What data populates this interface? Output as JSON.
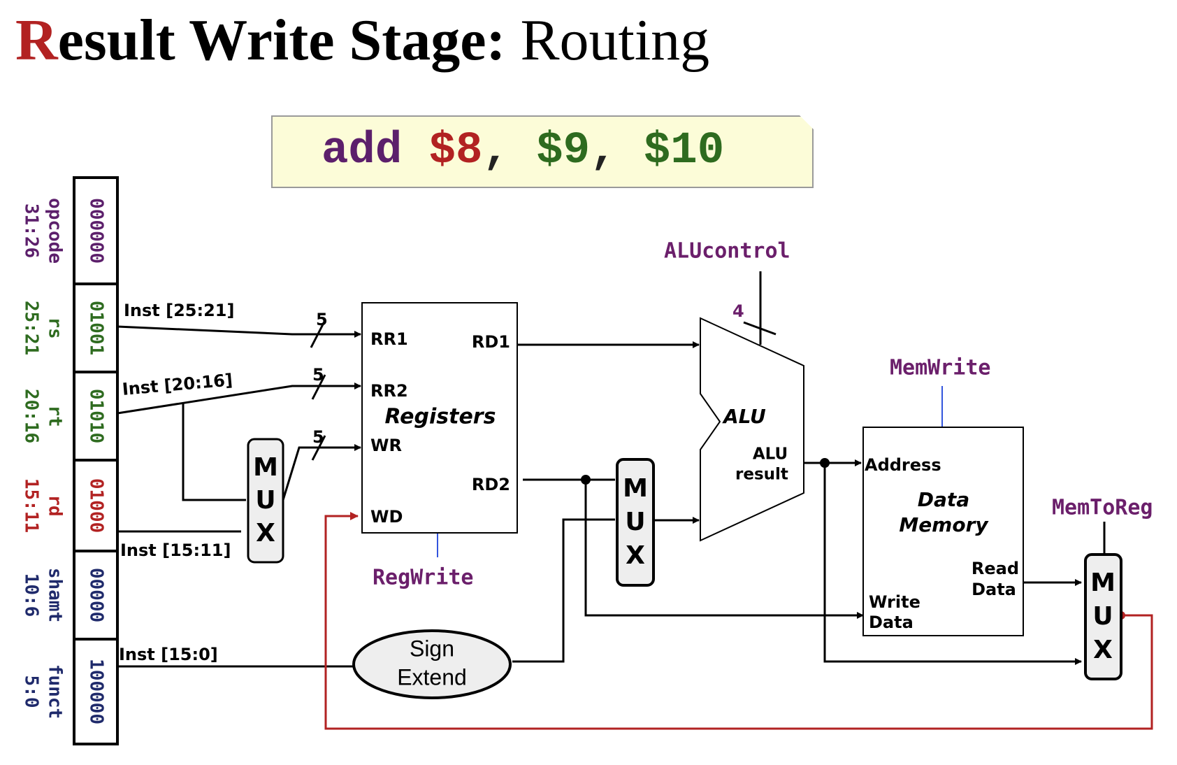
{
  "title": {
    "first_letter": "R",
    "bold_rest": "esult Write Stage:",
    "normal_part": "Routing"
  },
  "instruction": {
    "op": "add",
    "dest": "$8",
    "sep1": ", ",
    "src1": "$9",
    "sep2": ", ",
    "src2": "$10"
  },
  "fields": [
    {
      "name": "opcode",
      "bits": "31:26",
      "value": "000000",
      "color": "#5c1f6b"
    },
    {
      "name": "rs",
      "bits": "25:21",
      "value": "01001",
      "color": "#2e6b1f"
    },
    {
      "name": "rt",
      "bits": "20:16",
      "value": "01010",
      "color": "#2e6b1f"
    },
    {
      "name": "rd",
      "bits": "15:11",
      "value": "01000",
      "color": "#b22222"
    },
    {
      "name": "shamt",
      "bits": "10:6",
      "value": "00000",
      "color": "#1f2a6b"
    },
    {
      "name": "funct",
      "bits": "5:0",
      "value": "100000",
      "color": "#1f2a6b"
    }
  ],
  "wire_labels": {
    "inst_25_21": "Inst [25:21]",
    "inst_20_16": "Inst [20:16]",
    "inst_15_11": "Inst [15:11]",
    "inst_15_0": "Inst [15:0]",
    "width_rr1": "5",
    "width_rr2": "5",
    "width_wr": "5",
    "width_alu": "4"
  },
  "registers": {
    "rr1": "RR1",
    "rr2": "RR2",
    "wr": "WR",
    "wd": "WD",
    "rd1": "RD1",
    "rd2": "RD2",
    "name": "Registers"
  },
  "mux_letters": [
    "M",
    "U",
    "X"
  ],
  "alu": {
    "name": "ALU",
    "result_line1": "ALU",
    "result_line2": "result"
  },
  "data_memory": {
    "address": "Address",
    "name_line1": "Data",
    "name_line2": "Memory",
    "read_line1": "Read",
    "read_line2": "Data",
    "write_line1": "Write",
    "write_line2": "Data"
  },
  "sign_extend": {
    "line1": "Sign",
    "line2": "Extend"
  },
  "control_signals": {
    "alu_control": "ALUcontrol",
    "mem_write": "MemWrite",
    "mem_to_reg": "MemToReg",
    "reg_write": "RegWrite"
  },
  "colors": {
    "title_accent": "#b22222",
    "opcode_purple": "#5c1f6b",
    "reg_green": "#2e6b1f",
    "dest_red": "#b22222",
    "control_purple": "#6b1f6b",
    "writeback_wire": "#b22222",
    "control_wire": "#3355dd",
    "instr_bg": "#fcfcd8"
  }
}
